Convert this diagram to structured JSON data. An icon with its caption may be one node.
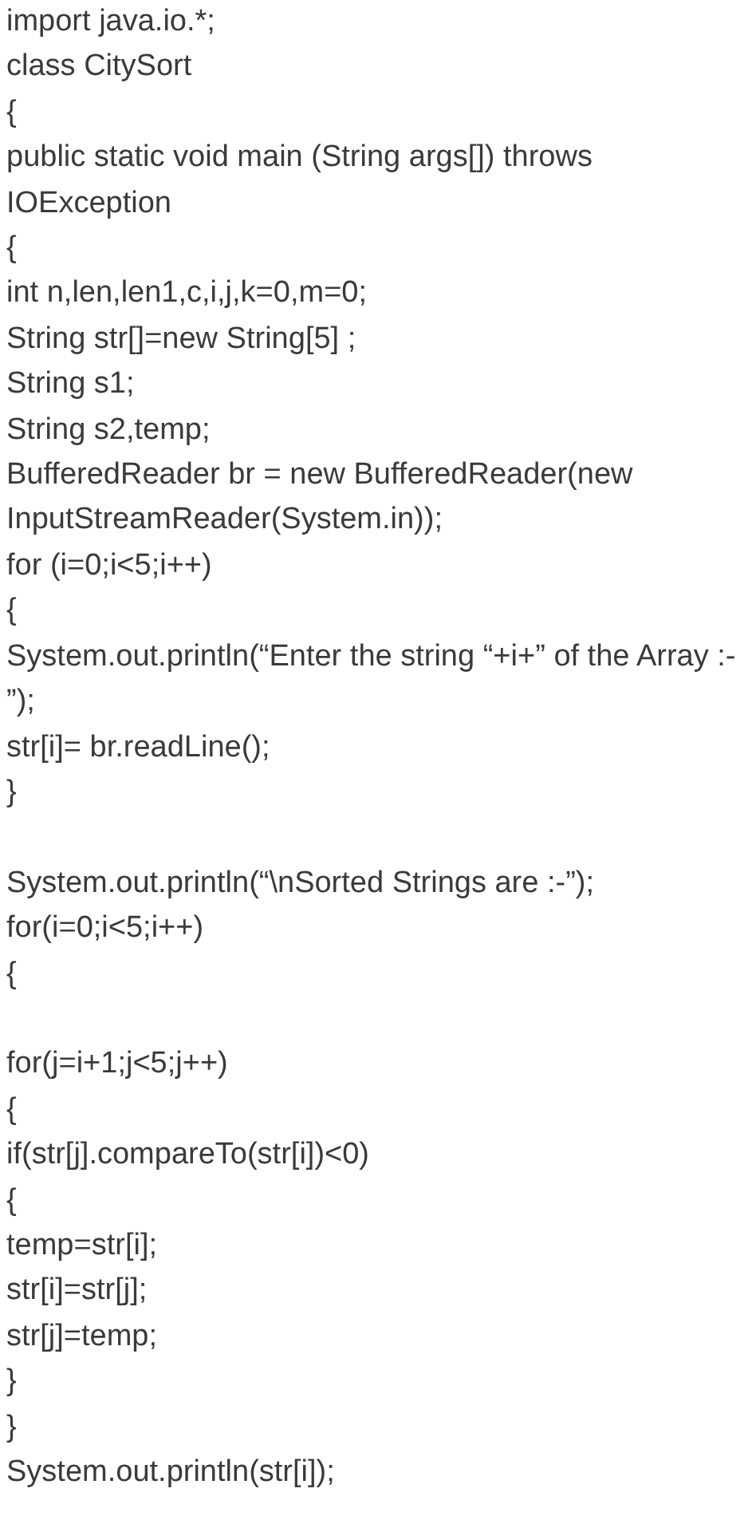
{
  "diagram": {
    "labels": [
      "import java.io.*;",
      "class CitySort",
      "{",
      "public static void main (String args[]) throws IOException",
      "{",
      "int n,len,len1,c,i,j,k=0,m=0;",
      "String str[]=new String[5] ;",
      "String s1;",
      "String s2,temp;",
      "BufferedReader br = new BufferedReader(new InputStreamReader(System.in));",
      "for (i=0;i<5;i++)",
      "{",
      "System.out.println(“Enter the string “+i+” of the Array :- ”);",
      "str[i]= br.readLine();",
      "}",
      "System.out.println(“\\nSorted Strings are :-”);",
      "for(i=0;i<5;i++)",
      "{",
      "for(j=i+1;j<5;j++)",
      "{",
      "if(str[j].compareTo(str[i])<0)",
      "{",
      "temp=str[i];",
      "str[i]=str[j];",
      "str[j]=temp;",
      "}",
      "}",
      "System.out.println(str[i]);"
    ]
  }
}
